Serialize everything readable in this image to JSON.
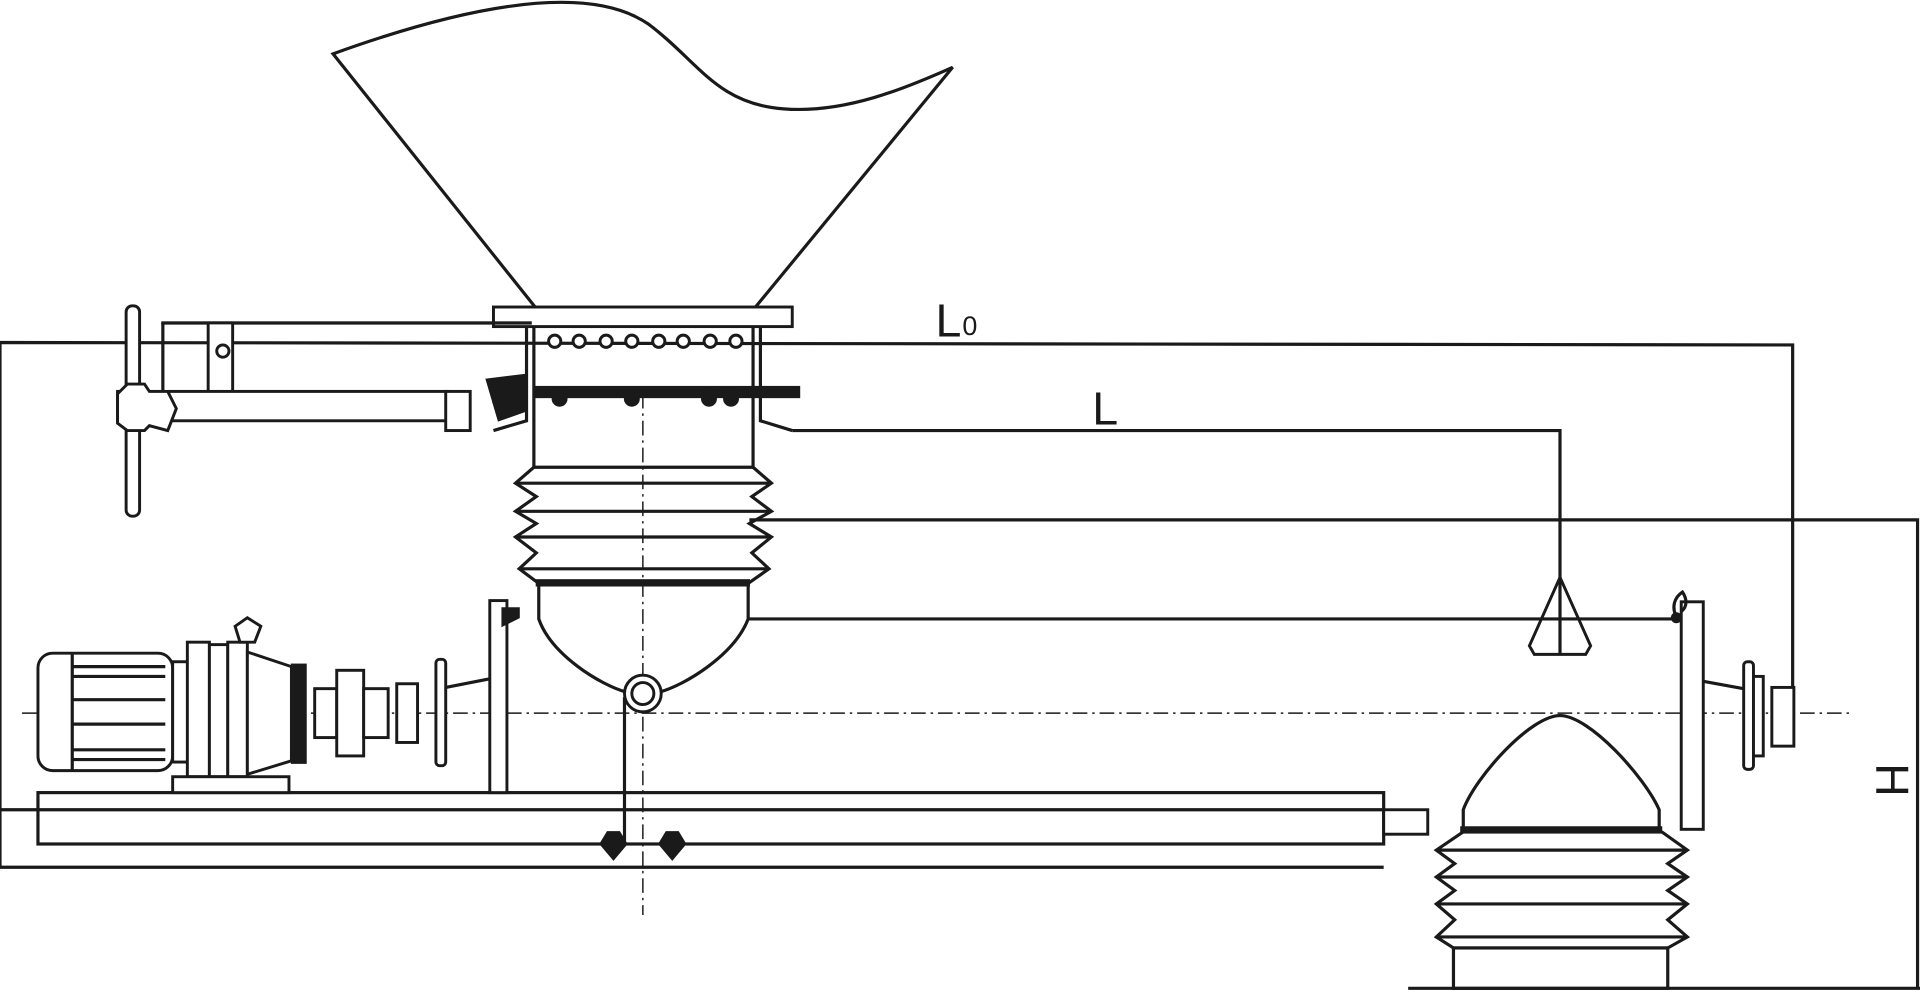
{
  "labels": {
    "l0_main": "L",
    "l0_sub": "0",
    "l": "L",
    "h": "H"
  },
  "colors": {
    "line": "#1a1a1a",
    "background": "#ffffff"
  }
}
